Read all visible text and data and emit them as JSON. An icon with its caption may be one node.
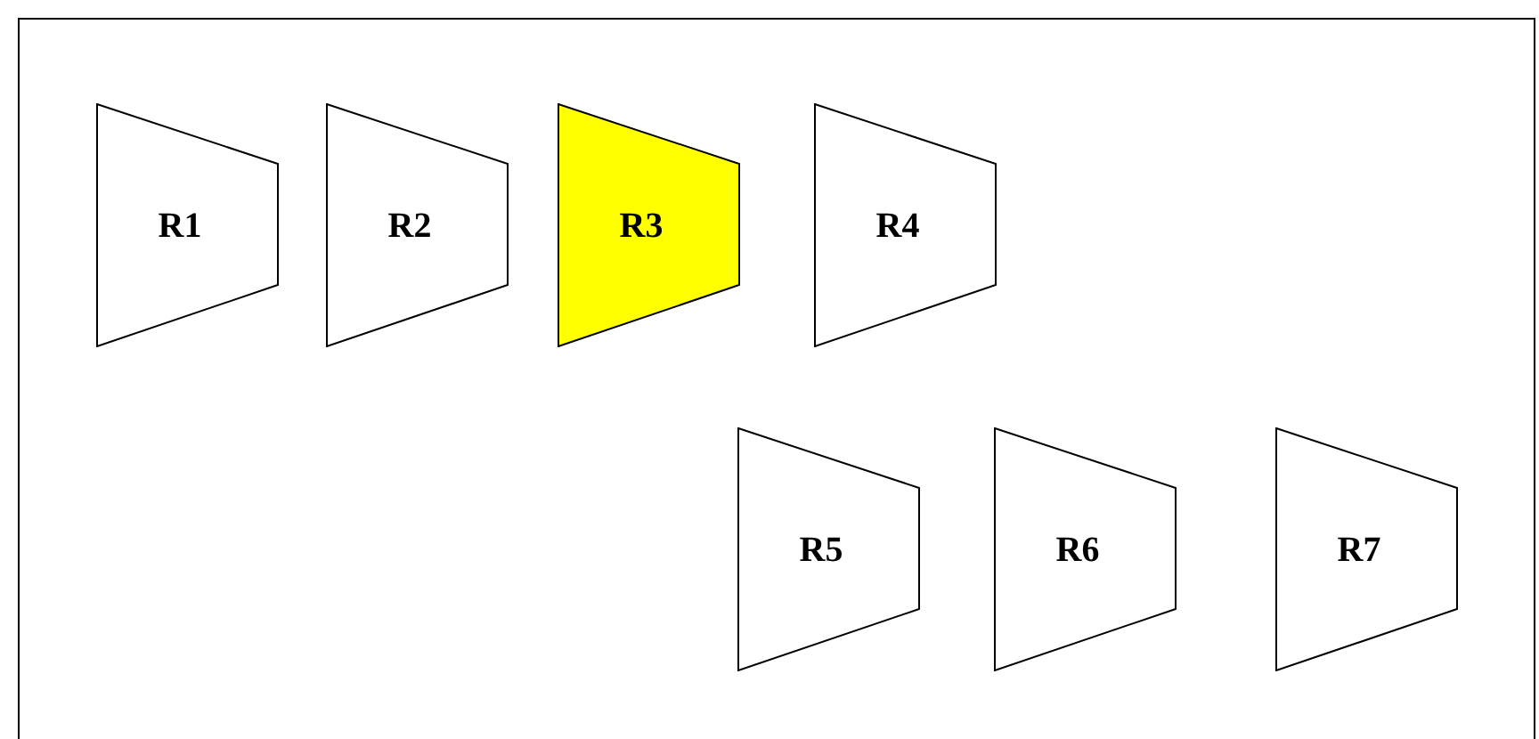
{
  "diagram": {
    "nodes": [
      {
        "text": [
          "R1"
        ]
      },
      {
        "text": [
          "R2"
        ]
      },
      {
        "text": [
          "R3"
        ]
      },
      {
        "text": [
          "R4"
        ]
      },
      {
        "text": [
          "R5"
        ]
      },
      {
        "text": [
          "R6"
        ]
      },
      {
        "text": [
          "R7"
        ]
      }
    ]
  }
}
